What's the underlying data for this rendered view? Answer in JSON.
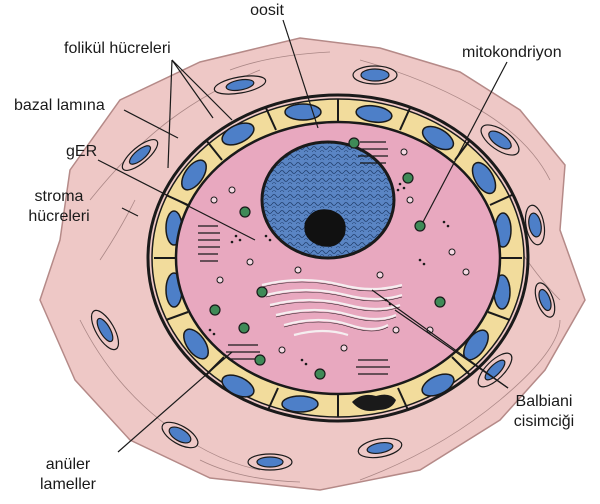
{
  "labels": {
    "oocyte": "oosit",
    "follicle_cells": "folikül hücreleri",
    "basal_lamina": "bazal lamına",
    "ger": "gER",
    "stroma_line1": "stroma",
    "stroma_line2": "hücreleri",
    "mitochondrion": "mitokondriyon",
    "balbiani_line1": "Balbiani",
    "balbiani_line2": "cisimciği",
    "annulate_line1": "anüler",
    "annulate_line2": "lameller"
  },
  "colors": {
    "stroma": "#eec8c6",
    "follicle_cell": "#f2dc9c",
    "oocyte_cytoplasm": "#e8a8bf",
    "nucleus": "#5a85c4",
    "cell_nucleus": "#4d7fc8",
    "outline": "#1a1a1a"
  }
}
